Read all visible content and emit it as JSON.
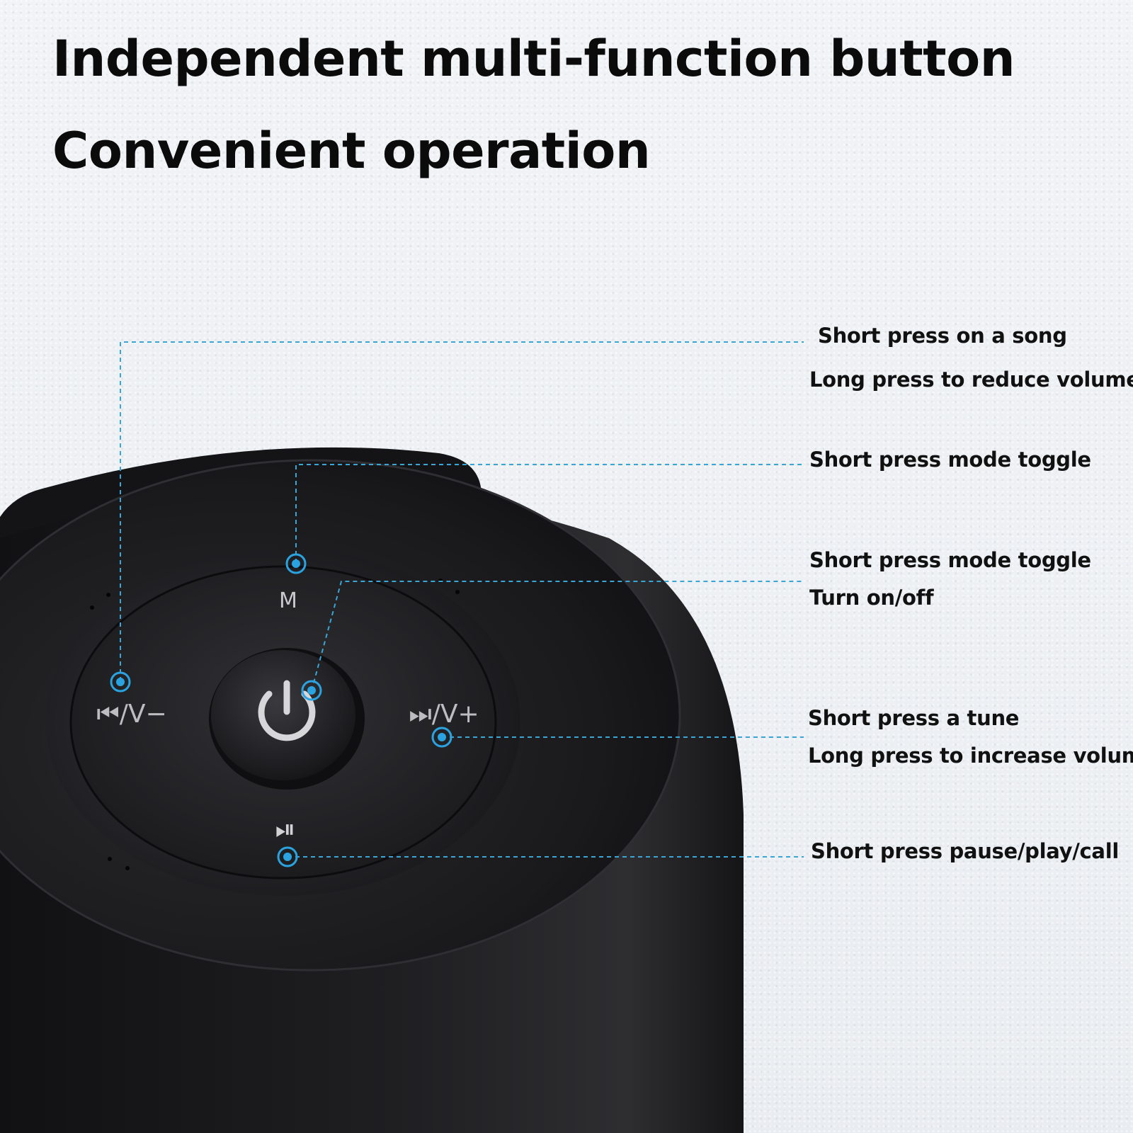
{
  "headline": {
    "line1": "Independent multi-function button",
    "line2": "Convenient operation"
  },
  "device": {
    "mode_button_label": "M",
    "prev_button_label": "⏮/V−",
    "next_button_label": "⏭/V+",
    "play_button_label": "⏯",
    "power_icon": "power-icon",
    "marker_color": "#2aa3e0",
    "leader_line_color": "#3aa6d6",
    "body_color": "#1c1c1e"
  },
  "callouts": {
    "prev": {
      "line1": "Short press on a song",
      "line2": "Long press to reduce volume"
    },
    "mode": {
      "line1": "Short press mode toggle"
    },
    "power": {
      "line1": "Short press mode toggle",
      "line2": "Turn on/off"
    },
    "next": {
      "line1": "Short press a tune",
      "line2": "Long press to increase volume"
    },
    "play": {
      "line1": "Short press pause/play/call"
    }
  }
}
